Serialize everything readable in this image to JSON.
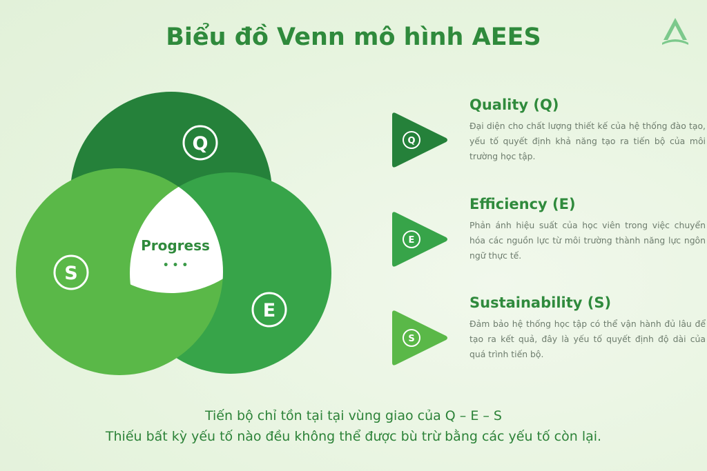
{
  "title": "Biểu đồ Venn mô hình AEES",
  "logo_icon": "aees-triangle-logo-icon",
  "venn": {
    "circles": [
      {
        "letter": "Q",
        "color": "#25813a"
      },
      {
        "letter": "E",
        "color": "#37a449"
      },
      {
        "letter": "S",
        "color": "#5ab848"
      }
    ],
    "center_label": "Progress",
    "center_dots": "• • •",
    "center_color": "#ffffff"
  },
  "items": [
    {
      "letter": "Q",
      "heading": "Quality (Q)",
      "description": "Đại diện cho chất lượng thiết kế của hệ thống đào tạo, yếu tố quyết định khả năng tạo ra tiến bộ của môi trường học tập.",
      "color": "#25813a"
    },
    {
      "letter": "E",
      "heading": "Efficiency (E)",
      "description": "Phản ánh hiệu suất của học viên trong việc chuyển hóa các nguồn lực từ môi trường thành năng lực ngôn ngữ thực tế.",
      "color": "#37a449"
    },
    {
      "letter": "S",
      "heading": "Sustainability (S)",
      "description": "Đảm bảo hệ thống học tập có thể vận hành đủ lâu để tạo ra kết quả, đây là yếu tố quyết định độ dài của quá trình tiến bộ.",
      "color": "#5ab848"
    }
  ],
  "footer": {
    "line1": "Tiến bộ chỉ tồn tại tại vùng giao của Q – E – S",
    "line2": "Thiếu bất kỳ yếu tố nào đều không thể được bù trừ bằng các yếu tố còn lại."
  },
  "colors": {
    "title": "#2f8a3c",
    "text": "#6d7c6d",
    "background": "#e7f4df"
  }
}
